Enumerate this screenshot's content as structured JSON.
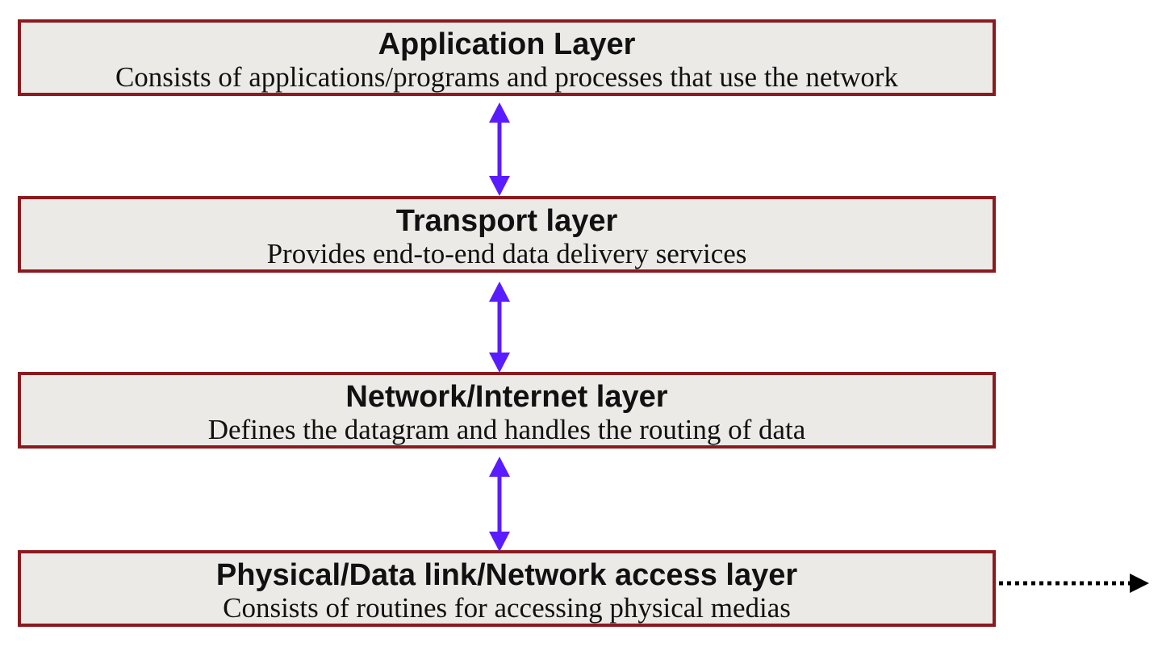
{
  "layers": [
    {
      "title": "Application Layer",
      "description": "Consists of applications/programs and processes that use the network"
    },
    {
      "title": "Transport layer",
      "description": "Provides end-to-end data delivery services"
    },
    {
      "title": "Network/Internet layer",
      "description": "Defines the datagram and handles the routing of data"
    },
    {
      "title": "Physical/Data link/Network access layer",
      "description": "Consists of routines for accessing physical medias"
    }
  ],
  "colors": {
    "box_border": "#8b1a1f",
    "box_fill": "#ebeae6",
    "arrow": "#5a1cff",
    "dotted_arrow": "#000000"
  }
}
